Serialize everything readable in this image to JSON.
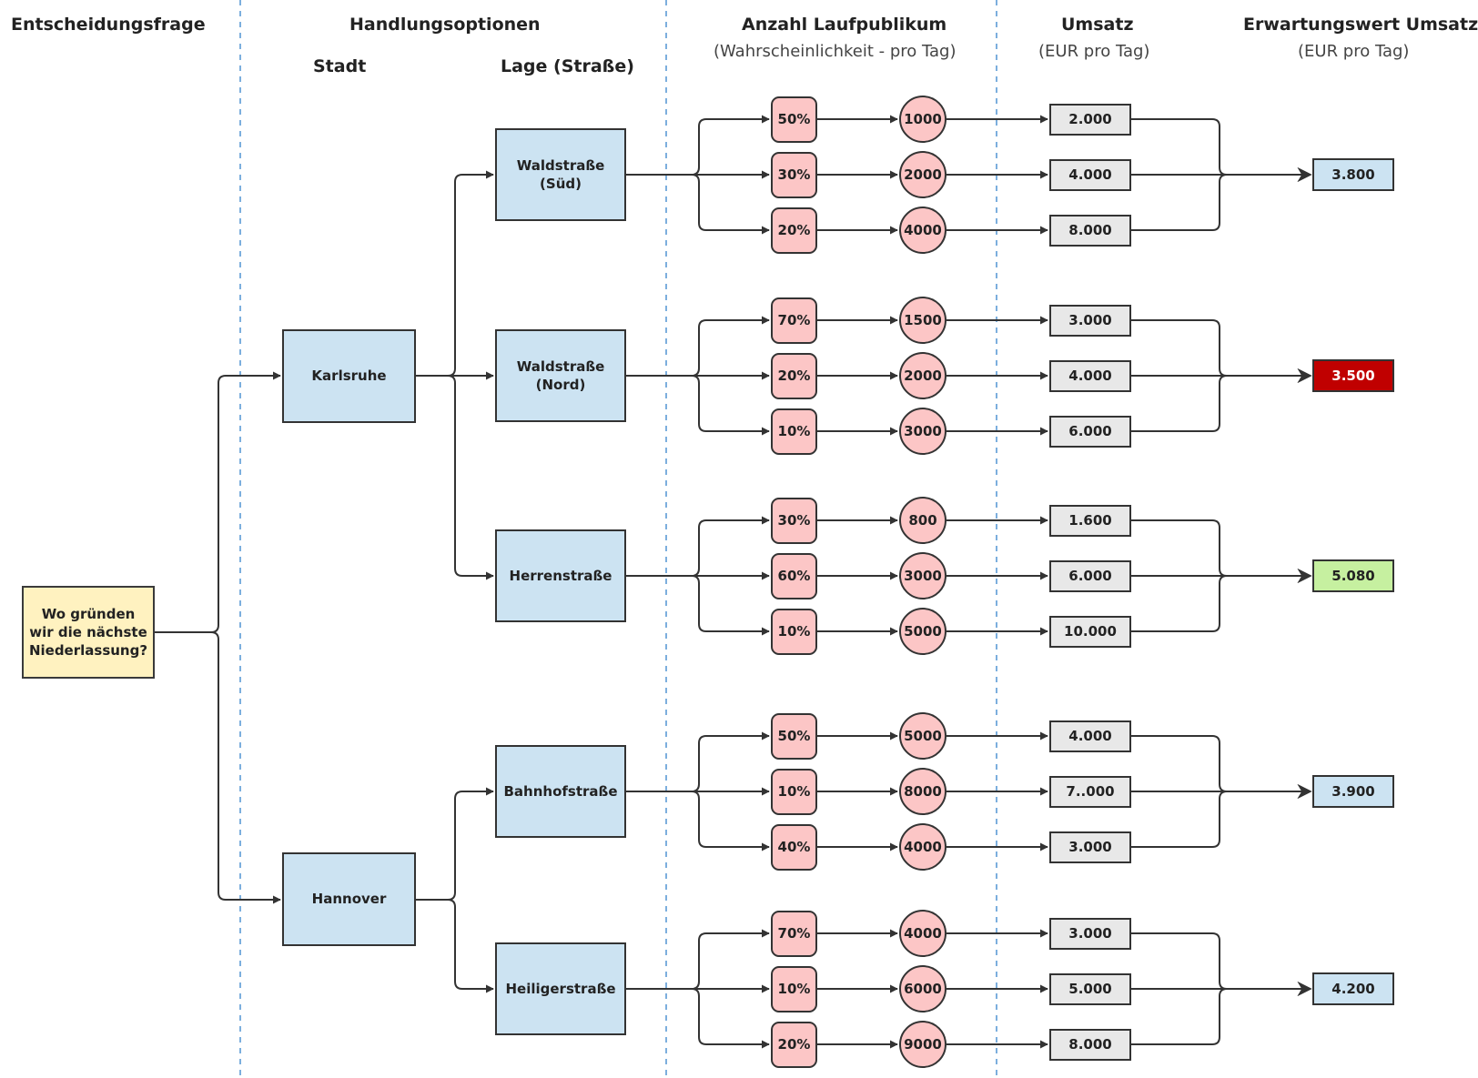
{
  "headers": {
    "decision": "Entscheidungsfrage",
    "options": "Handlungsoptionen",
    "city": "Stadt",
    "location": "Lage (Straße)",
    "traffic": "Anzahl Laufpublikum",
    "traffic_sub": "(Wahrscheinlichkeit - pro Tag)",
    "revenue": "Umsatz",
    "revenue_sub": "(EUR pro Tag)",
    "expected": "Erwartungswert Umsatz",
    "expected_sub": "(EUR pro Tag)"
  },
  "question": "Wo gründen wir die nächste Niederlassung?",
  "colors": {
    "question_fill": "#fff2c0",
    "option_fill": "#cce3f2",
    "probability_fill": "#fcc6c6",
    "revenue_fill": "#e8e8e8",
    "expected_default": "#cce3f2",
    "expected_worst": "#c00000",
    "expected_best": "#c6f0a0",
    "divider": "#5b9bd5"
  },
  "cities": [
    {
      "name": "Karlsruhe",
      "locations": [
        {
          "name": "Waldstraße (Süd)",
          "branches": [
            {
              "probability": "50%",
              "count": "1000",
              "revenue": "2.000"
            },
            {
              "probability": "30%",
              "count": "2000",
              "revenue": "4.000"
            },
            {
              "probability": "20%",
              "count": "4000",
              "revenue": "8.000"
            }
          ],
          "expected": "3.800",
          "status": "default"
        },
        {
          "name": "Waldstraße (Nord)",
          "branches": [
            {
              "probability": "70%",
              "count": "1500",
              "revenue": "3.000"
            },
            {
              "probability": "20%",
              "count": "2000",
              "revenue": "4.000"
            },
            {
              "probability": "10%",
              "count": "3000",
              "revenue": "6.000"
            }
          ],
          "expected": "3.500",
          "status": "worst"
        },
        {
          "name": "Herrenstraße",
          "branches": [
            {
              "probability": "30%",
              "count": "800",
              "revenue": "1.600"
            },
            {
              "probability": "60%",
              "count": "3000",
              "revenue": "6.000"
            },
            {
              "probability": "10%",
              "count": "5000",
              "revenue": "10.000"
            }
          ],
          "expected": "5.080",
          "status": "best"
        }
      ]
    },
    {
      "name": "Hannover",
      "locations": [
        {
          "name": "Bahnhofstraße",
          "branches": [
            {
              "probability": "50%",
              "count": "5000",
              "revenue": "4.000"
            },
            {
              "probability": "10%",
              "count": "8000",
              "revenue": "7..000"
            },
            {
              "probability": "40%",
              "count": "4000",
              "revenue": "3.000"
            }
          ],
          "expected": "3.900",
          "status": "default"
        },
        {
          "name": "Heiligerstraße",
          "branches": [
            {
              "probability": "70%",
              "count": "4000",
              "revenue": "3.000"
            },
            {
              "probability": "10%",
              "count": "6000",
              "revenue": "5.000"
            },
            {
              "probability": "20%",
              "count": "9000",
              "revenue": "8.000"
            }
          ],
          "expected": "4.200",
          "status": "default"
        }
      ]
    }
  ]
}
